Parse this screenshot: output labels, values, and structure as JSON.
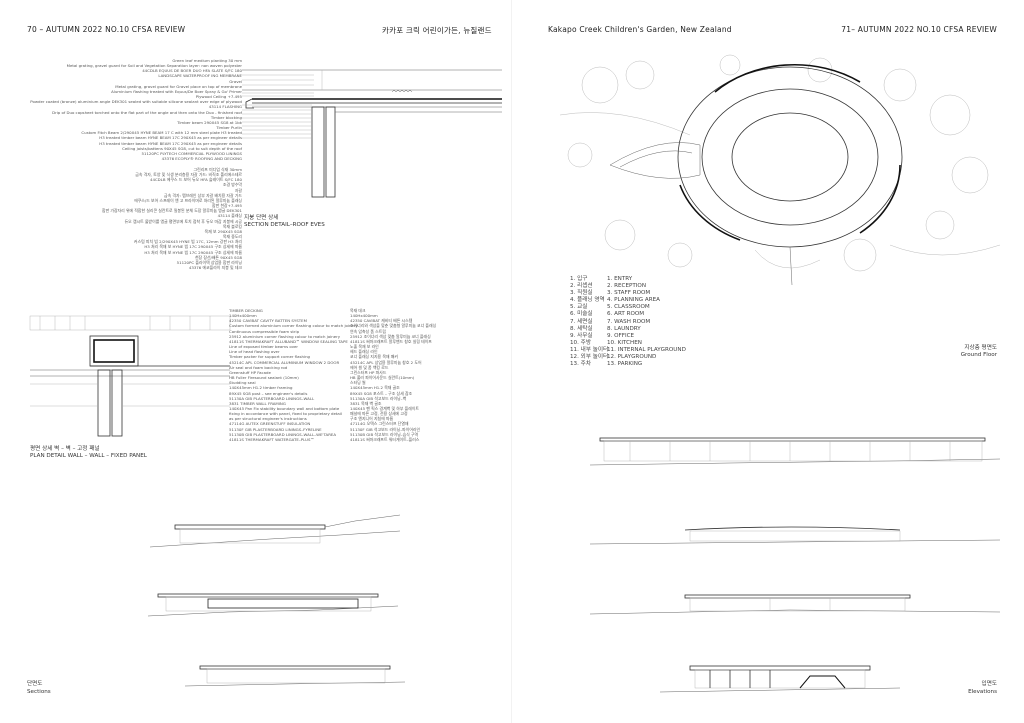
{
  "header": {
    "left_page": "70 – AUTUMN 2022 NO.10 CFSA REVIEW",
    "left_title_ko": "카카포 크릭 어린이가든, 뉴질랜드",
    "right_title": "Kakapo Creek Children's Garden, New Zealand",
    "right_page": "71– AUTUMN 2022 NO.10 CFSA REVIEW"
  },
  "roof_detail": {
    "caption_ko": "지붕 단면 상세",
    "caption_en": "SECTION DETAIL–ROOF EVES",
    "notes_en": [
      "Green leaf medium planting 30 mm",
      "Metal grating, gravel guard for Soil and Vegetation Separation layer: non woven polyester",
      "44CDLB EQUUS DE BOER DUO HFA SLATE S/FC 180",
      "LANDSCAPE WATERPROOF ING MEMBRANE",
      "Gravel",
      "Metal grating, gravel guard for Gravel place on top of membrane",
      "Aluminium flashing treated with Equus/De Boer Spray & Go' Primer",
      "Plywood Ceiling +7.495",
      "Powder coated (bronze) aluminium angle DEK301 sealed with suitable silicone sealant over edge of plywood",
      "43114 FLASHING",
      "Drip of Duo capsheet torched onto the flat part of the angle and then onto the Duo - finished roof",
      "Timber blocking",
      "Timber beam 290X45 SG8 at 1bk",
      "Timber Purlin",
      "Custom Fitch Beam 2/290X45 HYNE BEAM 17 C with 12 mm steel plate H3 treated",
      "H3 treated timber beam HYNE BEAM 17C 290X45 as per engineer details",
      "H3 treated timber beam HYNE BEAM 17C 290X45 as per engineer details",
      "Ceiling joists/battens 90X45 SG8, cut to suit depth of the roof",
      "51120PC PLYTECH COMMERCIAL PLYWOOD LININGS",
      "43376 ECOPLY® ROOFING AND DECKING"
    ],
    "notes_ko": [
      "그린리프 미디엄 식재 30mm",
      "금속 격자, 토양 및 식생 분리층용 자갈 가드: 비직조 폴리에스테르",
      "44CDLB 에쿠스 드 보어 듀오 HFA 슬레이트 S/FC 180",
      "조경 방수막",
      "자갈",
      "금속 격자: 멤브레인 상부 자갈 배치용 자갈 가드",
      "에쿠스/드 보어 스프레이 앤 고 프라이머로 처리된 알루미늄 플래싱",
      "합판 천장+7.495",
      "합판 가장자리 위에 적합한 실리콘 실란트로 밀봉된 분체 도장 알루미늄 앵글 DEK301",
      "43114 플래싱",
      "듀오 캡시트 물받이를 앵글 평면부에 토치 접착 후 듀오 마감 지붕에 시공",
      "목재 블로킹",
      "목재 보 290X45 SG8",
      "목재 중도리",
      "커스텀 피치 빔 2/290X45 HYNE 빔 17C, 12mm 강판 H3 처리",
      "H3 처리 목재 보 HYNE 빔 17C 290X45 구조 상세에 따름",
      "H3 처리 목재 보 HYNE 빔 17C 290X45 구조 상세에 따름",
      "천장 장선/배튼 90X45 SG8",
      "51120PC 플라이텍 상업용 합판 라이닝",
      "43376 에코플라이 지붕 및 데크"
    ]
  },
  "plan_detail": {
    "caption_ko": "평면 상세 벽 – 벽 – 고정 패널",
    "caption_en": "PLAN DETAIL WALL – WALL – FIXED PANEL",
    "notes_en": [
      "TIMBER DECKING",
      "140Hx400mm",
      "42350 CAVIBAT CAVITY BATTEN SYSTEM",
      "Custom formed aluminium corner flashing colour to match joinery",
      "Continuous compressible foam strip",
      "25912 aluminium corner flashing colour to match joinery",
      "41811S THERMAKRAFT ALLUBAND™ WINDOW SEALING TAPE",
      "Line of exposed timber beams over",
      "Line of head flashing over",
      "Timber packer for support corner flashing",
      "45214C APL COMMERCIAL ALUMINIUM WINDOW 2 DOOR",
      "Air seal and foam backing rod",
      "Greenstuff HP Facade",
      "HB Fuller Firesound sealant (10mm)",
      "Studding seal",
      "140X45mm H1.2 timber framing",
      "89X45 SG8 post – see engineer's details",
      "51130A GIB PLASTERBOARD LININGS–WALL",
      "3831 TIMBER WALL FRAMING",
      "140X45 Pan Fix stability boundary wall and bottom plate",
      "fixing in accordance with panel, fixed to proprietary detail",
      "as per structural engineer's instructions",
      "47114G AUTEX GREENSTUFF INSULATION",
      "51130F GIB PLASTERBOARD LININGS–FYRELINE",
      "51130B GIB PLASTERBOARD LININGS–WALL–WE'TAREA",
      "41811S THERMAKRAFT WATERGATE–PLUS™"
    ],
    "notes_ko": [
      "목재 데크",
      "140Hx400mm",
      "42350 CAVIBAT 캐비티 배튼 시스템",
      "조이너리와 색상을 맞춘 맞춤형 알루미늄 코너 플래싱",
      "연속 압축성 폼 스트립",
      "25912 조이너리 색상 맞춤 알루미늄 코너 플래싱",
      "41811S 써마크래프트 알루밴드 창호 실링 테이프",
      "노출 목재 보 라인",
      "헤드 플래싱 라인",
      "코너 플래싱 지지용 목재 패커",
      "45214C APL 상업용 알루미늄 창호 2 도어",
      "에어 씰 및 폼 백킹 로드",
      "그린스터프 HP 파사드",
      "HB 풀러 파이어사운드 실란트(10mm)",
      "스터딩 씰",
      "140X45mm H1.2 목재 골조",
      "89X45 SG8 포스트 – 구조 상세 참조",
      "51130A GIB 석고보드 라이닝–벽",
      "3831 목재 벽 골조",
      "140X45 팬 픽스 경계벽 및 하부 플레이트",
      "패널에 따른 고정, 전용 상세에 고정",
      "구조 엔지니어 지침에 따름",
      "47114G 오텍스 그린스터프 단열재",
      "51130F GIB 석고보드 라이닝–파이어라인",
      "51130B GIB 석고보드 라이닝–습식 구역",
      "41811S 써마크래프트 워터게이트–플러스"
    ]
  },
  "sections": {
    "caption_ko": "단면도",
    "caption_en": "Sections"
  },
  "legend": {
    "ko": [
      "1. 입구",
      "2. 리셉션",
      "3. 직원실",
      "4. 플래닝 영역",
      "5. 교실",
      "6. 미술실",
      "7. 세면실",
      "8. 세탁실",
      "9. 사무실",
      "10. 주방",
      "11. 내부 놀이터",
      "12. 외부 놀이터",
      "13. 주차"
    ],
    "en": [
      "1. ENTRY",
      "2. RECEPTION",
      "3. STAFF ROOM",
      "4. PLANNING AREA",
      "5. CLASSROOM",
      "6. ART ROOM",
      "7. WASH ROOM",
      "8. LAUNDRY",
      "9. OFFICE",
      "10. KITCHEN",
      "11. INTERNAL PLAYGROUND",
      "12. PLAYGROUND",
      "13. PARKING"
    ]
  },
  "site_plan": {
    "caption_ko": "지상층 평면도",
    "caption_en": "Ground Floor"
  },
  "elevations": {
    "caption_ko": "입면도",
    "caption_en": "Elevations"
  }
}
